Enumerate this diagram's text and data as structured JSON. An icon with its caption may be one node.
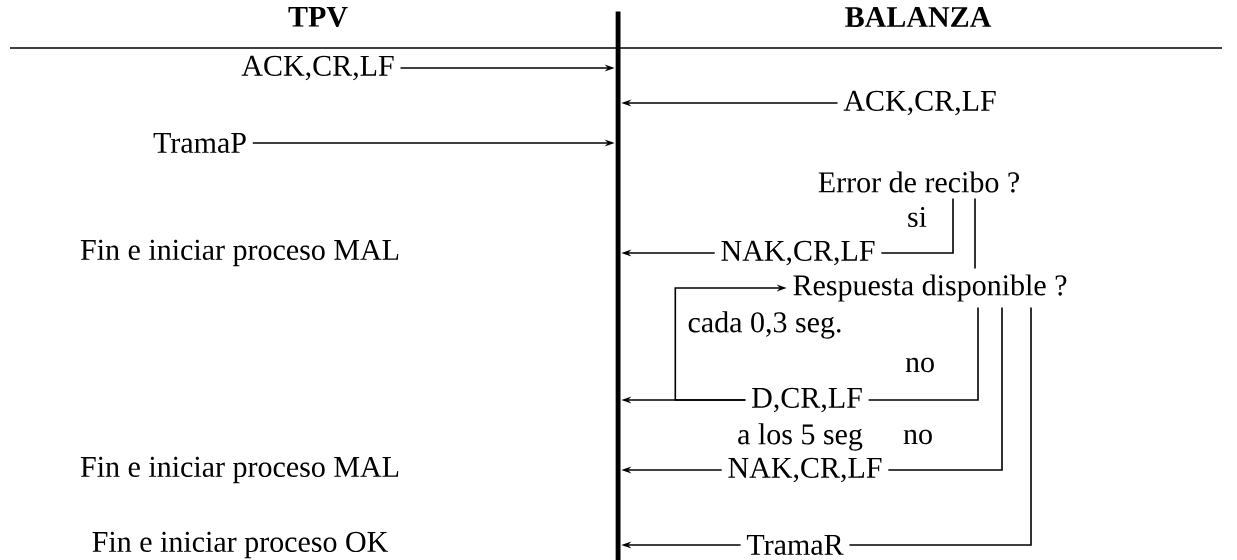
{
  "diagram": {
    "nodes": [
      {
        "text": [
          "ACK,CR,LF"
        ]
      },
      {
        "text": [],
        "shape": "bar"
      },
      {
        "text": [
          "ACK,CR,LF"
        ]
      },
      {
        "text": [
          "TramaP"
        ]
      },
      {
        "text": [
          "Error de recibo ?"
        ]
      },
      {
        "text": [
          "NAK,CR,LF"
        ]
      },
      {
        "text": [
          "Respuesta disponible ?"
        ]
      },
      {
        "text": [
          "D,CR,LF"
        ]
      },
      {
        "text": [
          "NAK,CR,LF"
        ]
      },
      {
        "text": [
          "TramaR"
        ]
      }
    ],
    "edges": [
      {
        "from": 0,
        "to": 1,
        "arrow": "to"
      },
      {
        "from": 2,
        "to": 1,
        "arrow": "to"
      },
      {
        "from": 3,
        "to": 1,
        "arrow": "to"
      },
      {
        "from": 4,
        "to": 5,
        "arrow": "none",
        "label": "si"
      },
      {
        "from": 5,
        "to": 1,
        "arrow": "to"
      },
      {
        "from": 4,
        "to": 6,
        "arrow": "none"
      },
      {
        "from": 7,
        "to": 6,
        "arrow": "to"
      },
      {
        "from": 6,
        "to": 7,
        "arrow": "none",
        "label": "no"
      },
      {
        "from": 7,
        "to": 1,
        "arrow": "to"
      },
      {
        "from": 6,
        "to": 8,
        "arrow": "none",
        "label": "no"
      },
      {
        "from": 8,
        "to": 1,
        "arrow": "to"
      },
      {
        "from": 6,
        "to": 9,
        "arrow": "none"
      },
      {
        "from": 9,
        "to": 1,
        "arrow": "to"
      }
    ],
    "labels": [
      "TPV",
      "BALANZA",
      "Fin e iniciar proceso MAL",
      "cada 0,3 seg.",
      "a los 5 seg",
      "Fin e iniciar proceso MAL",
      "Fin e iniciar proceso OK"
    ]
  }
}
